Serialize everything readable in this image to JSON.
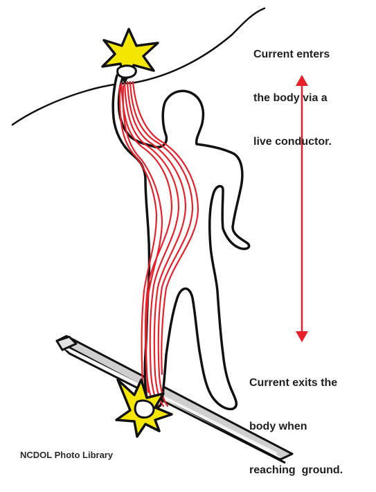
{
  "annotations": {
    "enter": {
      "line1": "Current enters",
      "line2": "the body via a",
      "line3": "live conductor."
    },
    "exit": {
      "line1": "Current exits the",
      "line2": "body when",
      "line3": "reaching  ground."
    }
  },
  "credit": "NCDOL Photo Library",
  "colors": {
    "outline": "#111111",
    "current_path": "#e8202a",
    "spark": "#f5e600",
    "arrow": "#e8202a",
    "ground_board": "#d8d8d8"
  },
  "icons": {
    "entry_spark": "star-burst-icon",
    "exit_spark": "star-burst-icon",
    "arrow": "double-headed-arrow-icon"
  }
}
